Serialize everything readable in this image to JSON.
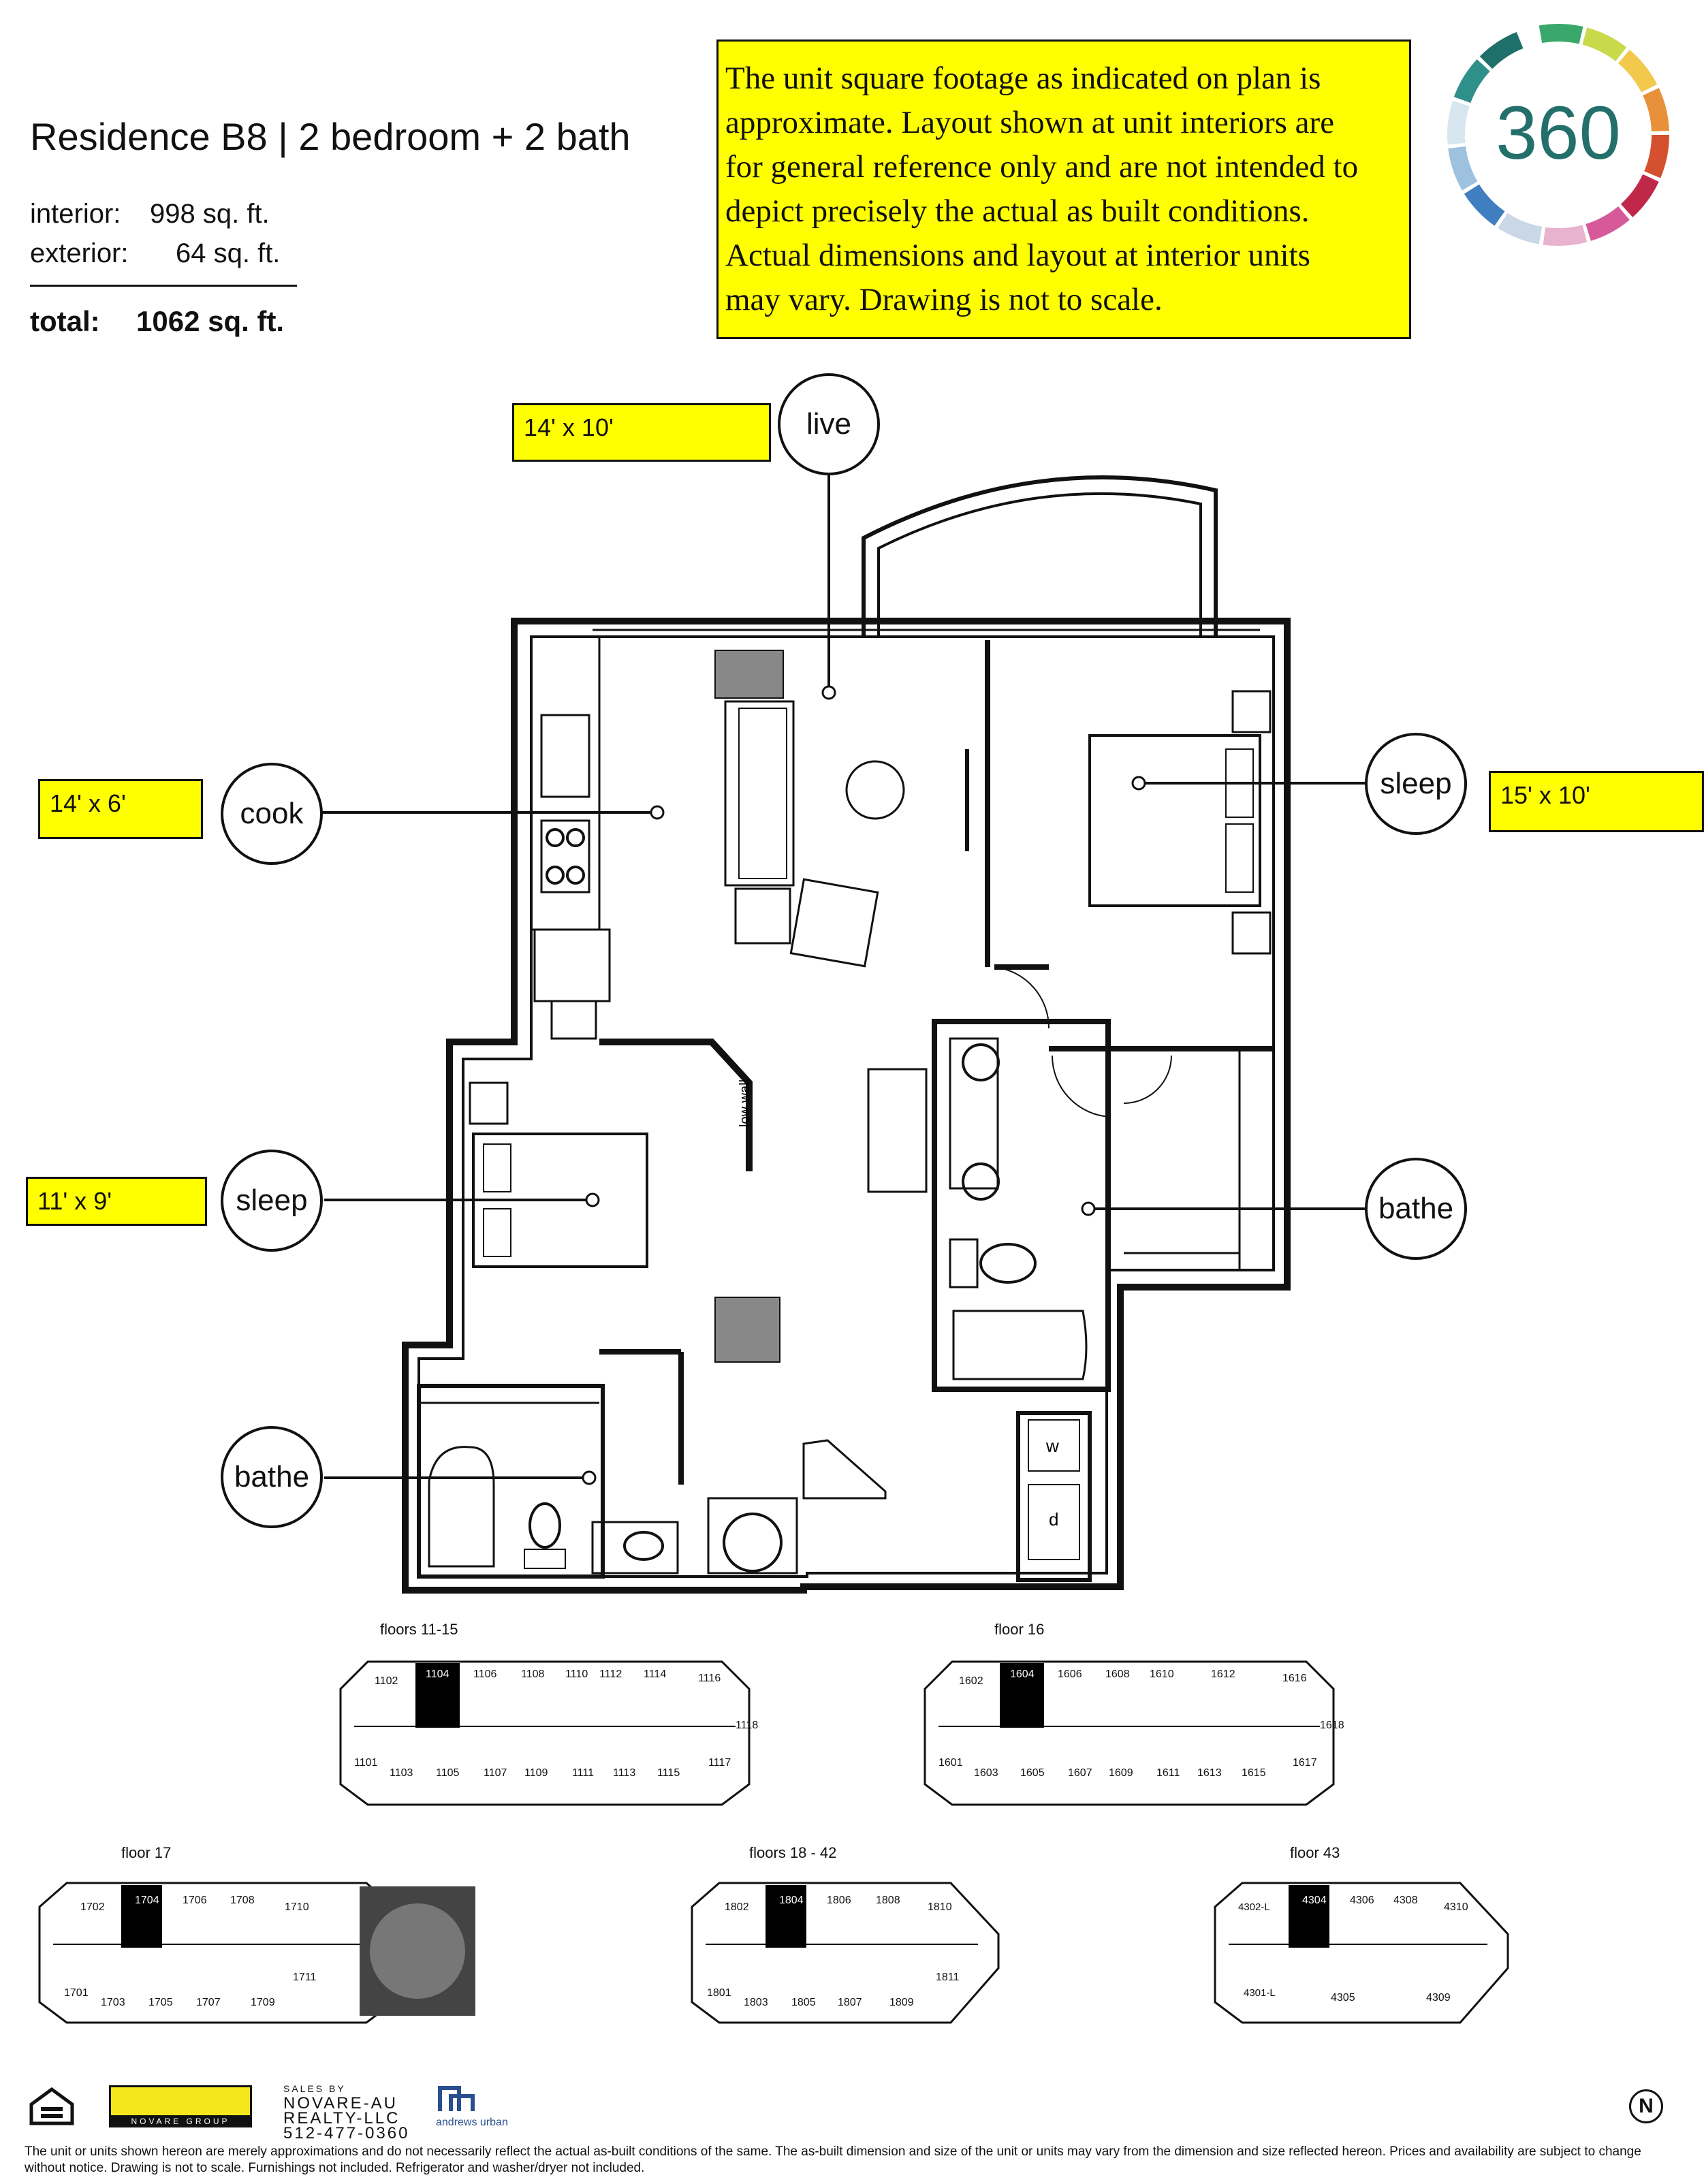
{
  "header": {
    "title": "Residence B8 | 2 bedroom + 2 bath",
    "interior_label": "interior:",
    "interior_value": "998 sq. ft.",
    "exterior_label": "exterior:",
    "exterior_value": "64 sq. ft.",
    "total_label": "total:",
    "total_value": "1062 sq. ft."
  },
  "disclaimer_lines": [
    "The unit square footage as indicated on plan is",
    "approximate.  Layout shown at unit interiors are",
    "for general reference only and are not intended to",
    "depict precisely the actual as built conditions.",
    "Actual dimensions and layout at interior units",
    "may vary.  Drawing is not to scale."
  ],
  "logo": {
    "text": "360"
  },
  "rooms": {
    "live": {
      "label": "live",
      "dims": "14' x 10'"
    },
    "cook": {
      "label": "cook",
      "dims": "14' x 6'"
    },
    "sleep_master": {
      "label": "sleep",
      "dims": "15' x 10'"
    },
    "sleep_second": {
      "label": "sleep",
      "dims": "11' x 9'"
    },
    "bathe_master": {
      "label": "bathe"
    },
    "bathe_second": {
      "label": "bathe"
    }
  },
  "plan_labels": {
    "low_wall": "low wall",
    "washer": "w",
    "dryer": "d"
  },
  "key_plans": [
    {
      "title": "floors 11-15",
      "units_top": [
        "1102",
        "1104",
        "1106",
        "1108",
        "1110",
        "1112",
        "1114",
        "1116"
      ],
      "side": "1118",
      "units_bottom": [
        "1101",
        "1103",
        "1105",
        "1107",
        "1109",
        "1111",
        "1113",
        "1115",
        "1117"
      ]
    },
    {
      "title": "floor 16",
      "units_top": [
        "1602",
        "1604",
        "1606",
        "1608",
        "1610",
        "1612",
        "1616"
      ],
      "side": "1618",
      "units_bottom": [
        "1601",
        "1603",
        "1605",
        "1607",
        "1609",
        "1611",
        "1613",
        "1615",
        "1617"
      ]
    },
    {
      "title": "floor 17",
      "units_top": [
        "1702",
        "1704",
        "1706",
        "1708",
        "1710"
      ],
      "units_bottom": [
        "1701",
        "1703",
        "1705",
        "1707",
        "1709",
        "1711"
      ]
    },
    {
      "title": "floors 18 - 42",
      "units_top": [
        "1802",
        "1804",
        "1806",
        "1808",
        "1810"
      ],
      "units_bottom": [
        "1801",
        "1803",
        "1805",
        "1807",
        "1809",
        "1811"
      ]
    },
    {
      "title": "floor 43",
      "units_top": [
        "4302-L",
        "4304",
        "4306",
        "4308",
        "4310"
      ],
      "units_bottom": [
        "4301-L",
        "4305",
        "4309"
      ]
    }
  ],
  "sales": {
    "line1": "SALES BY",
    "line2": "NOVARE-AU",
    "line3": "REALTY-LLC",
    "phone": "512-477-0360"
  },
  "brands": {
    "novare": "NOVARE GROUP",
    "andrews": "andrews urban"
  },
  "north": "N",
  "footer": "The unit or units shown hereon are merely approximations and do not necessarily reflect the actual as-built conditions of the same. The as-built dimension and size of the unit or units may vary from the dimension and size reflected hereon. Prices and availability are subject to change without notice. Drawing is not to scale. Furnishings not included. Refrigerator and washer/dryer not included.",
  "colors": {
    "highlight": "#ffff00",
    "key_unit": "#000000",
    "wall": "#111111"
  }
}
